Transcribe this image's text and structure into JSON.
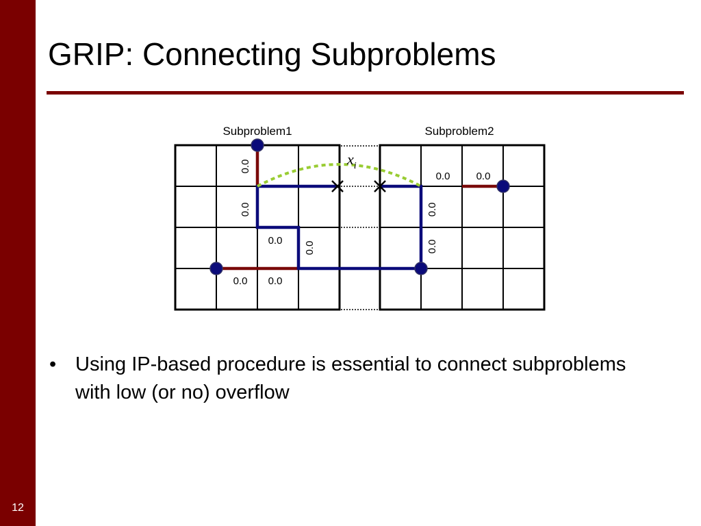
{
  "slide": {
    "title": "GRIP: Connecting Subproblems",
    "number": "12",
    "accent_color": "#7a0000"
  },
  "diagram": {
    "subproblem_labels": [
      "Subproblem1",
      "Subproblem2"
    ],
    "variable_symbol": "x",
    "variable_subscript": "i",
    "grid_size": [
      4,
      4
    ],
    "edge_weights_subproblem1": [
      "0.0",
      "0.0",
      "0.0",
      "0.0",
      "0.0",
      "0.0"
    ],
    "edge_weights_subproblem2": [
      "0.0",
      "0.0",
      "0.0",
      "0.0"
    ],
    "colors": {
      "grid": "#000000",
      "path_red": "#7a0a0a",
      "path_blue": "#0b0b7a",
      "terminal_fill": "#0b0b7a",
      "connection_dashed": "#99cc33",
      "connector_dotted": "#000000"
    }
  },
  "bullets": [
    "Using IP-based procedure is essential to connect subproblems with low (or no) overflow"
  ]
}
